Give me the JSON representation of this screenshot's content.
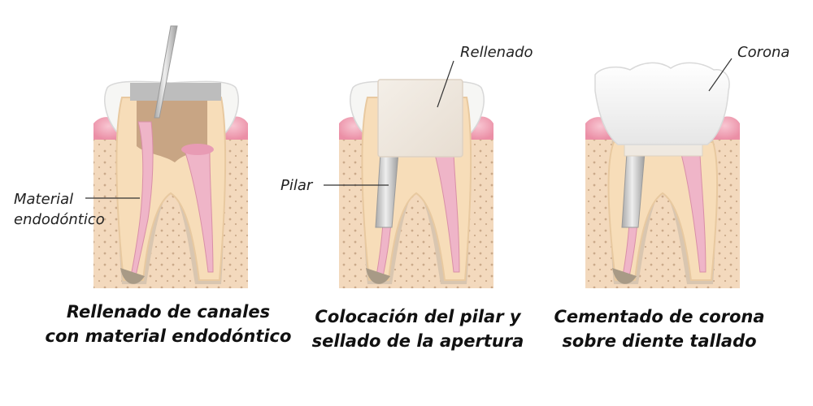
{
  "panels": [
    {
      "caption": [
        "Rellenado de canales",
        "con material endodóntico"
      ],
      "labels": {
        "material": [
          "Material",
          "endodóntico"
        ]
      }
    },
    {
      "caption": [
        "Colocación del pilar y",
        "sellado de la apertura"
      ],
      "labels": {
        "pilar": "Pilar",
        "rellenado": "Rellenado"
      }
    },
    {
      "caption": [
        "Cementado de corona",
        "sobre diente tallado"
      ],
      "labels": {
        "corona": "Corona"
      }
    }
  ],
  "colors": {
    "gum": "#f2a9bb",
    "bone": "#f3d9bd",
    "enamel": "#f6f6f4",
    "dentin": "#f7ddb9",
    "dentin_outline": "#e8c9a0",
    "canal": "#efb5c8",
    "apex": "#a89a86",
    "instrument": "#c9c9c9",
    "filling": "#efe9e1",
    "crown": "#fbfbfb"
  }
}
